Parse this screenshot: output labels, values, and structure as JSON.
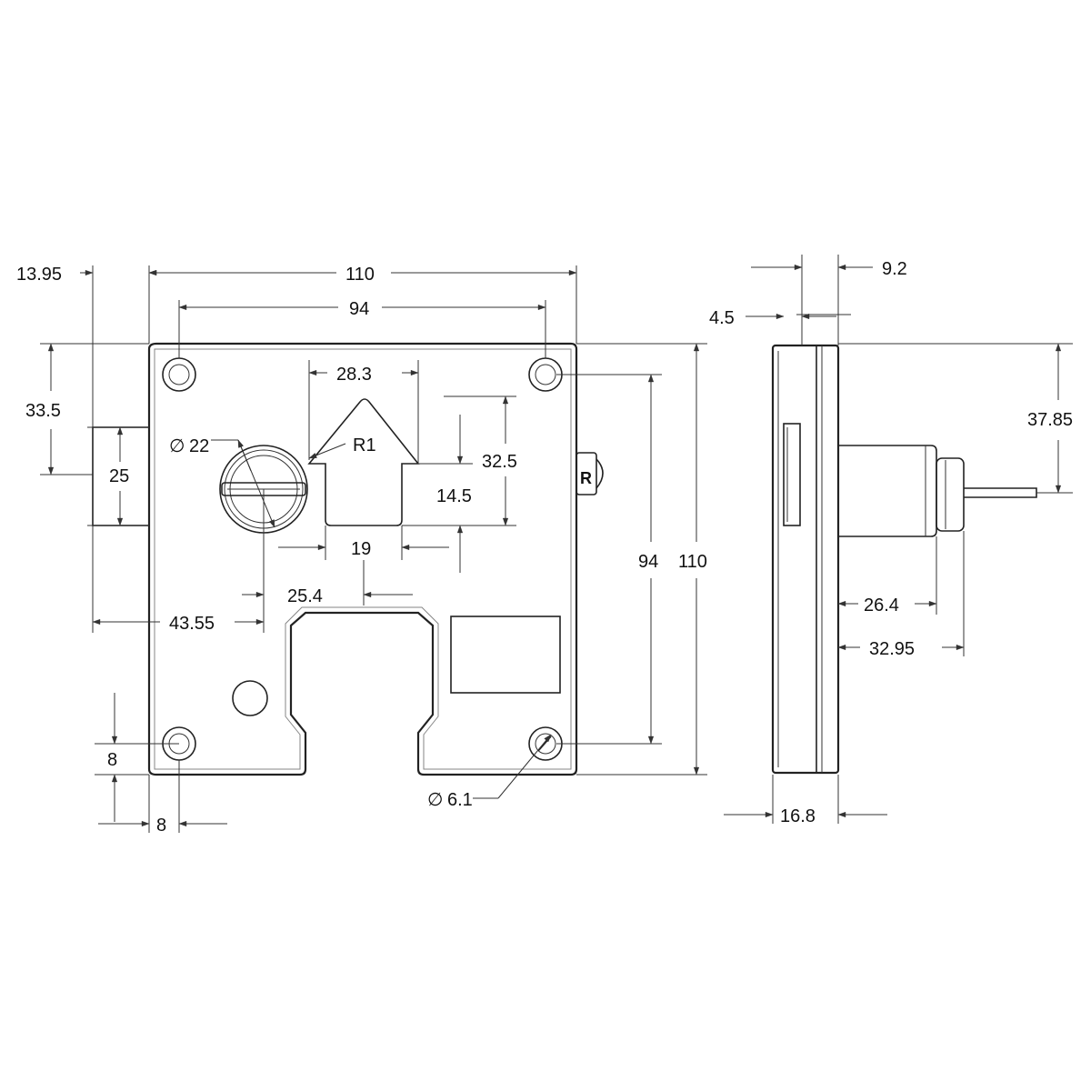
{
  "front_view": {
    "dim_offset_left": "13.95",
    "dim_width_total": "110",
    "dim_hole_spacing_h": "94",
    "dim_bolt_top": "33.5",
    "dim_bolt_height": "25",
    "dim_cylinder_dia_prefix": "∅",
    "dim_cylinder_dia": "22",
    "dim_arrow_width": "28.3",
    "dim_arrow_radius": "R1",
    "dim_arrow_slot_height": "32.5",
    "dim_arrow_neck_height": "14.5",
    "dim_arrow_neck_width": "19",
    "dim_cylinder_to_neck": "25.4",
    "dim_cylinder_from_left": "43.55",
    "dim_hole_spacing_v": "94",
    "dim_height_total": "110",
    "dim_hole_from_bottom": "8",
    "dim_hole_from_left": "8",
    "dim_screw_dia_prefix": "∅",
    "dim_screw_dia": "6.1"
  },
  "side_view": {
    "dim_front_offset": "9.2",
    "dim_plate_thickness": "4.5",
    "dim_spindle_height": "37.85",
    "dim_body_to_collar": "26.4",
    "dim_body_to_spindle": "32.95",
    "dim_depth": "16.8"
  }
}
